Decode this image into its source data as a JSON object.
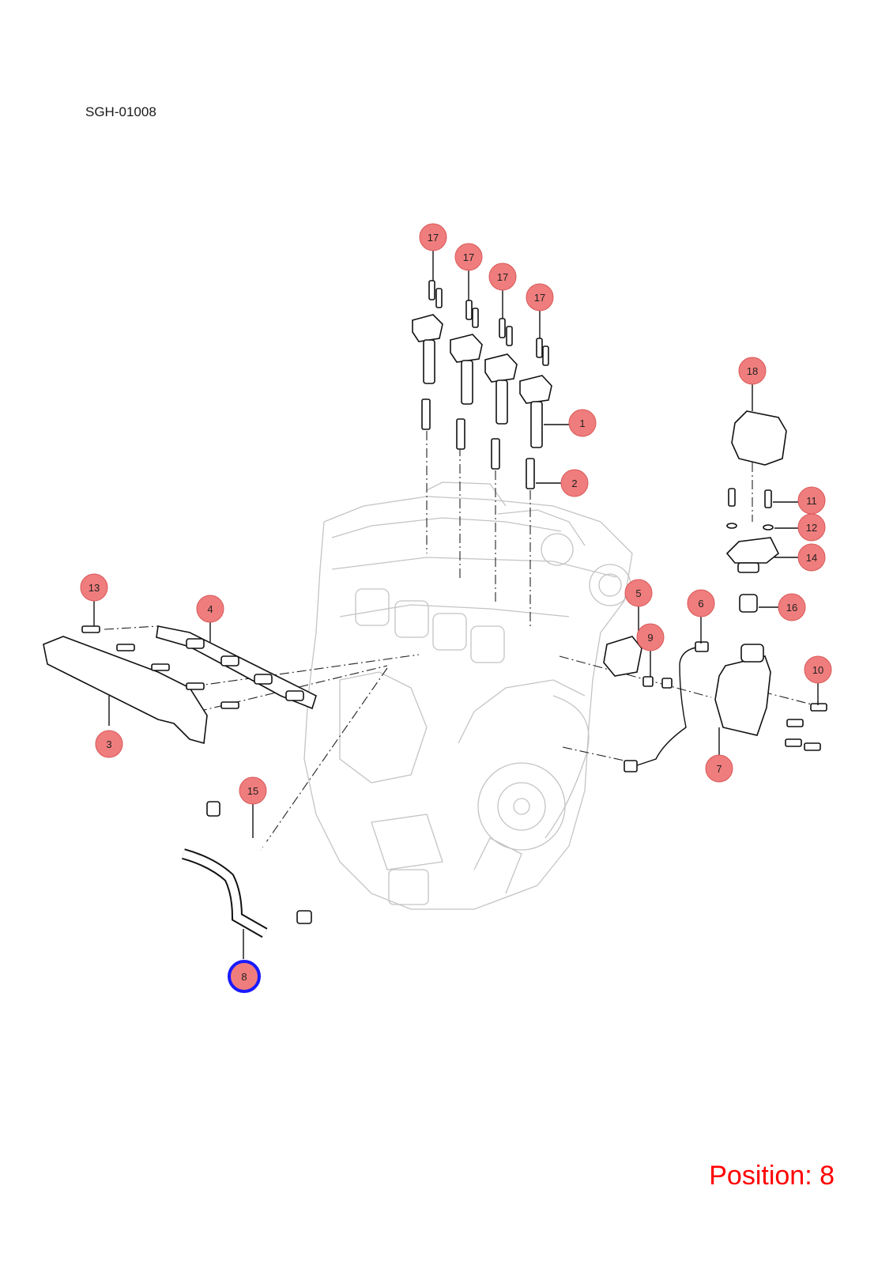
{
  "reference_code": "SGH-01008",
  "position_label": "Position: 8",
  "selected_callout": "8",
  "highlight_color": "#1a1aff",
  "callout_color": "#f07d7d",
  "callouts": [
    {
      "id": "17a",
      "label": "17"
    },
    {
      "id": "17b",
      "label": "17"
    },
    {
      "id": "17c",
      "label": "17"
    },
    {
      "id": "17d",
      "label": "17"
    },
    {
      "id": "1",
      "label": "1"
    },
    {
      "id": "2",
      "label": "2"
    },
    {
      "id": "18",
      "label": "18"
    },
    {
      "id": "11",
      "label": "11"
    },
    {
      "id": "12",
      "label": "12"
    },
    {
      "id": "14",
      "label": "14"
    },
    {
      "id": "16",
      "label": "16"
    },
    {
      "id": "13",
      "label": "13"
    },
    {
      "id": "4",
      "label": "4"
    },
    {
      "id": "5",
      "label": "5"
    },
    {
      "id": "9",
      "label": "9"
    },
    {
      "id": "6",
      "label": "6"
    },
    {
      "id": "10",
      "label": "10"
    },
    {
      "id": "3",
      "label": "3"
    },
    {
      "id": "7",
      "label": "7"
    },
    {
      "id": "15",
      "label": "15"
    },
    {
      "id": "8",
      "label": "8"
    }
  ]
}
